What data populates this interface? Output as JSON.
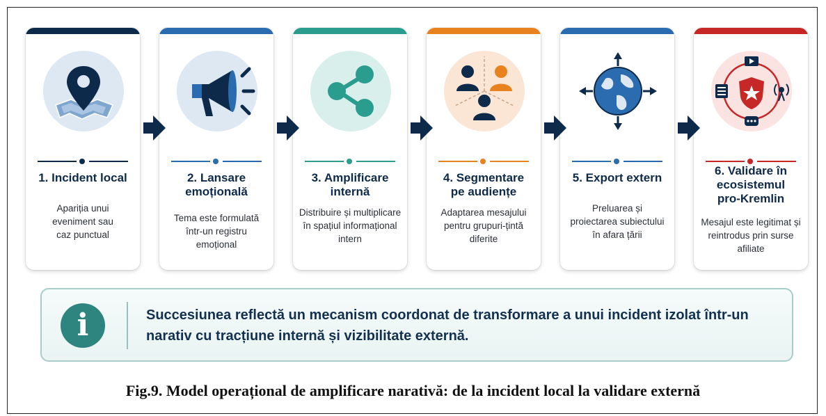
{
  "steps": [
    {
      "title": "1. Incident local",
      "description": "Apariția unui eveniment sau caz punctual",
      "icon": "location-pin-map-icon",
      "color": "#0e2a4a"
    },
    {
      "title": "2. Lansare emoțională",
      "description": "Tema este formulată într-un registru emoțional",
      "icon": "megaphone-icon",
      "color": "#2b6cb0"
    },
    {
      "title": "3. Amplificare internă",
      "description": "Distribuire și multiplicare în spațiul informațional intern",
      "icon": "share-network-icon",
      "color": "#2a9d8f"
    },
    {
      "title": "4. Segmentare pe audiențe",
      "description": "Adaptarea mesajului pentru grupuri-țintă diferite",
      "icon": "audience-groups-icon",
      "color": "#e8821e"
    },
    {
      "title": "5. Export extern",
      "description": "Preluarea și proiectarea subiectului în afara țării",
      "icon": "globe-arrows-icon",
      "color": "#2b6cb0"
    },
    {
      "title": "6. Validare în ecosistemul pro-Kremlin",
      "description": "Mesajul este legitimat și reintrodus prin surse afiliate",
      "icon": "shield-star-cycle-icon",
      "color": "#c62828"
    }
  ],
  "info": {
    "icon": "info-icon",
    "text": "Succesiunea reflectă un mecanism coordonat de transformare a unui incident izolat într-un narativ cu tracțiune internă și vizibilitate externă."
  },
  "caption": "Fig.9. Model operațional de amplificare narativă: de la incident local la validare externă"
}
